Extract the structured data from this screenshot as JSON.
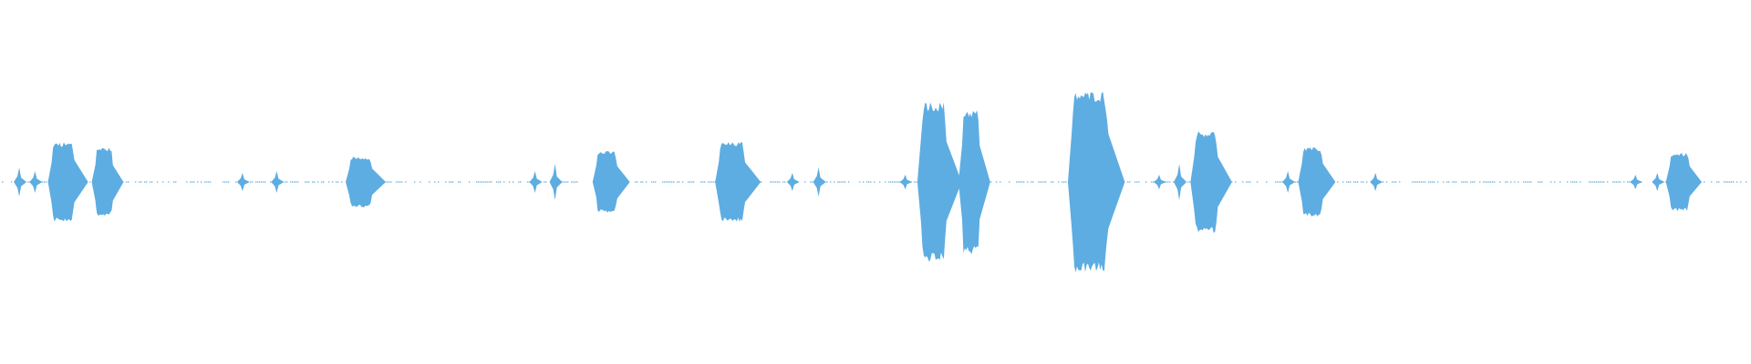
{
  "waveform": {
    "color": "#5dade2",
    "duration_fraction_note": "",
    "segments": [
      {
        "start": 0.0295,
        "end": 0.0425,
        "amp": 0.22
      },
      {
        "start": 0.0545,
        "end": 0.0645,
        "amp": 0.19
      },
      {
        "start": 0.1995,
        "end": 0.2125,
        "amp": 0.14
      },
      {
        "start": 0.3405,
        "end": 0.3525,
        "amp": 0.17
      },
      {
        "start": 0.4105,
        "end": 0.4255,
        "amp": 0.22
      },
      {
        "start": 0.526,
        "end": 0.5405,
        "amp": 0.44
      },
      {
        "start": 0.5495,
        "end": 0.5595,
        "amp": 0.4
      },
      {
        "start": 0.612,
        "end": 0.633,
        "amp": 0.5
      },
      {
        "start": 0.682,
        "end": 0.6955,
        "amp": 0.28
      },
      {
        "start": 0.7435,
        "end": 0.7555,
        "amp": 0.19
      },
      {
        "start": 0.9535,
        "end": 0.965,
        "amp": 0.16
      }
    ],
    "spikes": [
      {
        "pos": 0.011,
        "amp": 0.08
      },
      {
        "pos": 0.02,
        "amp": 0.06
      },
      {
        "pos": 0.1385,
        "amp": 0.05
      },
      {
        "pos": 0.158,
        "amp": 0.06
      },
      {
        "pos": 0.3055,
        "amp": 0.06
      },
      {
        "pos": 0.317,
        "amp": 0.1
      },
      {
        "pos": 0.4525,
        "amp": 0.05
      },
      {
        "pos": 0.4675,
        "amp": 0.08
      },
      {
        "pos": 0.517,
        "amp": 0.04
      },
      {
        "pos": 0.662,
        "amp": 0.04
      },
      {
        "pos": 0.6735,
        "amp": 0.1
      },
      {
        "pos": 0.7355,
        "amp": 0.06
      },
      {
        "pos": 0.7855,
        "amp": 0.05
      },
      {
        "pos": 0.934,
        "amp": 0.04
      },
      {
        "pos": 0.9465,
        "amp": 0.05
      }
    ]
  }
}
